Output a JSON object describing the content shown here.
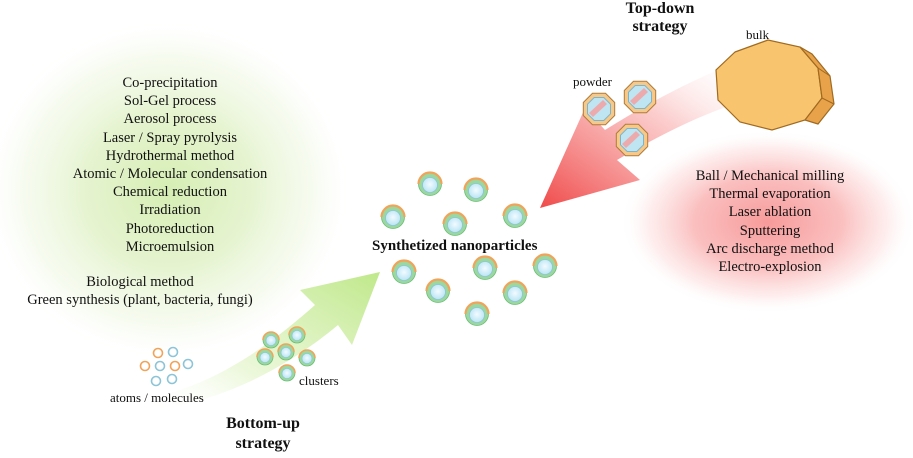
{
  "top_down": {
    "title_line1": "Top-down",
    "title_line2": "strategy",
    "bulk_label": "bulk",
    "powder_label": "powder",
    "methods": [
      "Ball / Mechanical milling",
      "Thermal evaporation",
      "Laser ablation",
      "Sputtering",
      "Arc discharge method",
      "Electro-explosion"
    ]
  },
  "bottom_up": {
    "title_line1": "Bottom-up",
    "title_line2": "strategy",
    "atoms_label": "atoms / molecules",
    "clusters_label": "clusters",
    "methods": [
      "Co-precipitation",
      "Sol-Gel process",
      "Aerosol process",
      "Laser / Spray pyrolysis",
      "Hydrothermal method",
      "Atomic / Molecular condensation",
      "Chemical reduction",
      "Irradiation",
      "Photoreduction",
      "Microemulsion"
    ],
    "biological_methods": [
      "Biological method",
      "Green synthesis (plant, bacteria, fungi)"
    ]
  },
  "center_label": "Synthetized nanoparticles"
}
